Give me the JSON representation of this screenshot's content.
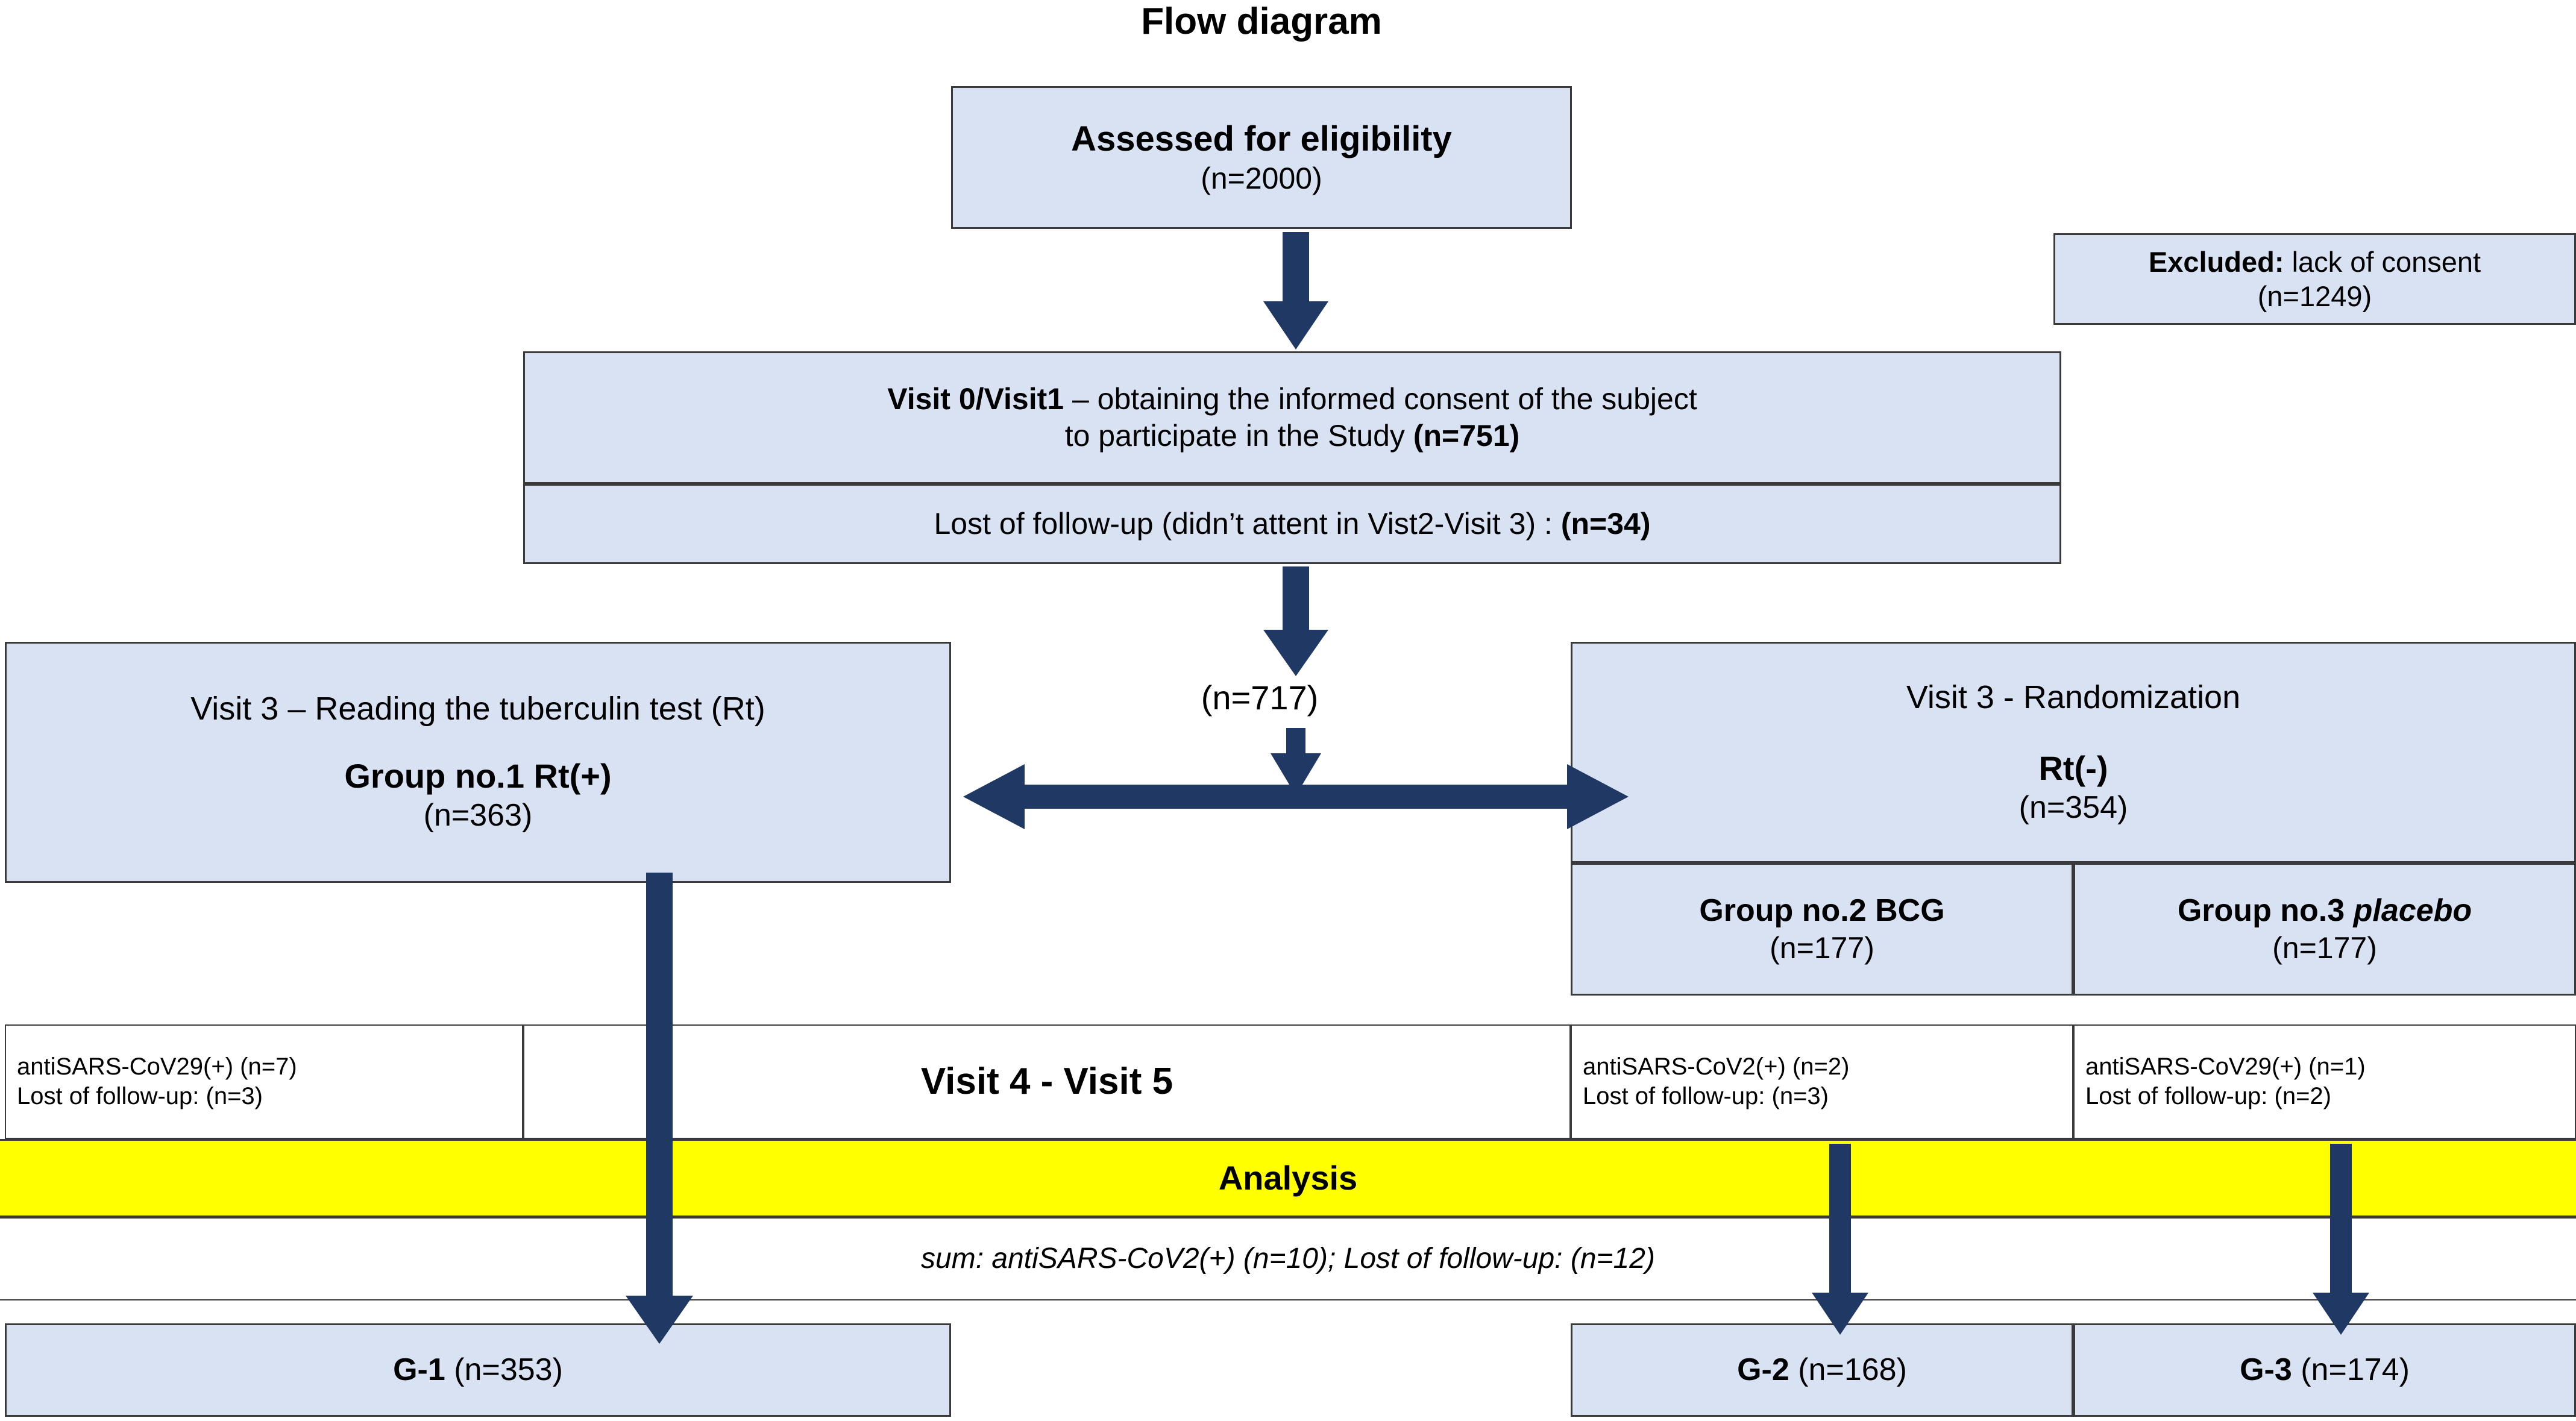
{
  "title": "Flow diagram",
  "colors": {
    "box_fill": "#d9e2f3",
    "highlight_fill": "#ffff00",
    "arrow": "#1f3864",
    "border": "#3a3a3a",
    "text": "#000000"
  },
  "nodes": {
    "assessed": {
      "line1": "Assessed for eligibility",
      "line2": "(n=2000)"
    },
    "excluded": {
      "label_bold": "Excluded:",
      "label_rest": " lack of consent",
      "line2": "(n=1249)"
    },
    "visit0": {
      "line1_bold": "Visit 0/Visit1",
      "line1_rest": " – obtaining the informed consent of the subject",
      "line2_rest": "to participate in the Study ",
      "line2_bold": "(n=751)"
    },
    "lost_followup_visit23": {
      "text_rest": "Lost of follow-up (didn’t attent in Vist2-Visit 3) : ",
      "text_bold": "(n=34)"
    },
    "center_count": "(n=717)",
    "visit3_left": {
      "line1": "Visit 3 – Reading the tuberculin test (Rt)",
      "line2_bold": "Group no.1 Rt(+)",
      "line3": "(n=363)"
    },
    "visit3_right": {
      "line1": "Visit 3 - Randomization",
      "line2_bold": "Rt(-)",
      "line3": "(n=354)"
    },
    "group2": {
      "label_bold": "Group no.2 BCG",
      "line2": "(n=177)"
    },
    "group3": {
      "label_bold_pre": "Group no.3 ",
      "label_italic": "placebo",
      "line2": "(n=177)"
    },
    "cell_left_detail": {
      "line1": "antiSARS-CoV29(+) (n=7)",
      "line2": "Lost of follow-up: (n=3)"
    },
    "cell_g2_detail": {
      "line1": "antiSARS-CoV2(+) (n=2)",
      "line2": "Lost of follow-up: (n=3)"
    },
    "cell_g3_detail": {
      "line1": "antiSARS-CoV29(+) (n=1)",
      "line2": "Lost of follow-up: (n=2)"
    },
    "visit4_visit5": "Visit 4 - Visit 5",
    "analysis": "Analysis",
    "sum_line": "sum: antiSARS-CoV2(+) (n=10); Lost of follow-up: (n=12)",
    "final": {
      "g1_bold": "G-1",
      "g1_rest": "  (n=353)",
      "g2_bold": "G-2",
      "g2_rest": " (n=168)",
      "g3_bold": "G-3",
      "g3_rest": " (n=174)"
    }
  },
  "chart_data": {
    "type": "diagram",
    "title": "Flow diagram",
    "stages": [
      {
        "name": "Assessed for eligibility",
        "n": 2000
      },
      {
        "name": "Excluded: lack of consent",
        "n": 1249
      },
      {
        "name": "Visit 0/Visit1 – obtaining the informed consent of the subject to participate in the Study",
        "n": 751
      },
      {
        "name": "Lost of follow-up (didn’t attent in Vist2-Visit 3)",
        "n": 34
      },
      {
        "name": "Visit 3",
        "n": 717
      },
      {
        "name": "Visit 3 – Reading the tuberculin test (Rt) / Group no.1 Rt(+)",
        "n": 363
      },
      {
        "name": "Visit 3 - Randomization / Rt(-)",
        "n": 354
      },
      {
        "name": "Group no.2 BCG",
        "n": 177
      },
      {
        "name": "Group no.3 placebo",
        "n": 177
      },
      {
        "name": "G-1",
        "n": 353
      },
      {
        "name": "G-2",
        "n": 168
      },
      {
        "name": "G-3",
        "n": 174
      }
    ]
  }
}
